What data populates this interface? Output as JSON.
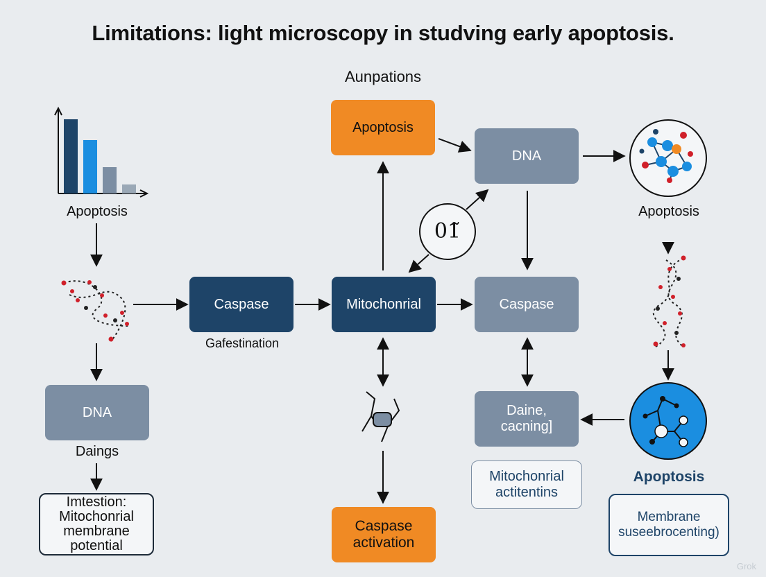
{
  "title": "Limitations: light microscopy in studving early apoptosis.",
  "labels": {
    "top_center": "Aunpations",
    "left_apoptosis": "Apoptosis",
    "gafestination": "Gafestination",
    "daings": "Daings",
    "right_apoptosis": "Apoptosis",
    "bottom_right_apoptosis": "Apoptosis",
    "node_circle": "01̃"
  },
  "boxes": {
    "apoptosis_top": "Apoptosis",
    "dna_top": "DNA",
    "caspase_left": "Caspase",
    "mitochonrial": "Mitochonrial",
    "caspase_right": "Caspase",
    "dna_left": "DNA",
    "daine_line1": "Daine,",
    "daine_line2": "cacning]",
    "caspase_activation_line1": "Caspase",
    "caspase_activation_line2": "activation",
    "imtestion_line1": "Imtestion:",
    "imtestion_line2": "Mitochonrial",
    "imtestion_line3": "membrane",
    "imtestion_line4": "potential",
    "mito_act_line1": "Mitochonrial",
    "mito_act_line2": "actitentins",
    "membrane_line1": "Membrane",
    "membrane_line2": "suseebrocenting)"
  },
  "watermark": "Grok",
  "colors": {
    "orange": "#f08a24",
    "navy": "#1e4468",
    "gray": "#7c8ea3",
    "bar_blue": "#1b8ee0",
    "red_dot": "#d0202a",
    "background": "#e9ecef"
  },
  "icons": [
    "bar-chart-icon",
    "dna-helix-icon",
    "network-circle-icon",
    "receptor-icon",
    "network-blue-circle-icon"
  ]
}
